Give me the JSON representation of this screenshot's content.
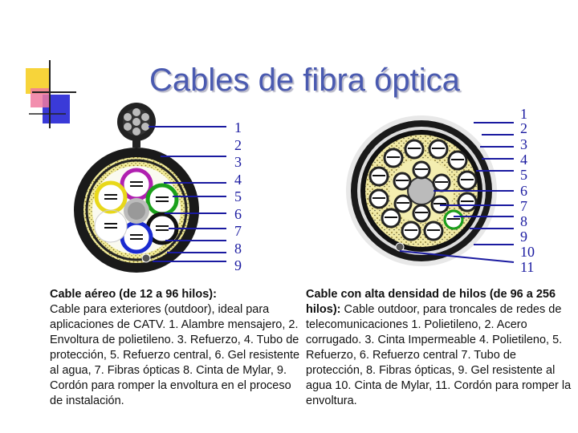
{
  "slide": {
    "title": "Cables de fibra óptica"
  },
  "aerial_cable": {
    "labels": [
      "1",
      "2",
      "3",
      "4",
      "5",
      "6",
      "7",
      "8",
      "9"
    ],
    "caption_heading": "Cable aéreo (de 12 a 96 hilos):",
    "caption_body": "Cable para exteriores (outdoor), ideal para aplicaciones de CATV. 1. Alambre mensajero, 2. Envoltura de polietileno. 3. Refuerzo, 4. Tubo de protección, 5. Refuerzo central, 6. Gel resistente al agua, 7. Fibras ópticas 8. Cinta de Mylar, 9. Cordón para romper la envoltura en el proceso de instalación."
  },
  "high_density_cable": {
    "labels": [
      "1",
      "2",
      "3",
      "4",
      "5",
      "6",
      "7",
      "8",
      "9",
      "10",
      "11"
    ],
    "caption_heading": "Cable con alta densidad de hilos (de 96 a 256 hilos):",
    "caption_body": " Cable outdoor, para troncales de redes de telecomunicaciones 1. Polietileno, 2. Acero corrugado. 3. Cinta Impermeable 4. Polietileno, 5. Refuerzo, 6. Refuerzo central 7. Tubo de protección, 8. Fibras ópticas, 9. Gel resistente al agua 10. Cinta de Mylar, 11. Cordón para romper la envoltura."
  },
  "colors": {
    "title": "#4a5ab0",
    "leader_lines": "#1a1aa0",
    "deco_yellow": "#f7d43a",
    "deco_blue": "#3a3ad8",
    "deco_pink": "#f07aa0"
  }
}
